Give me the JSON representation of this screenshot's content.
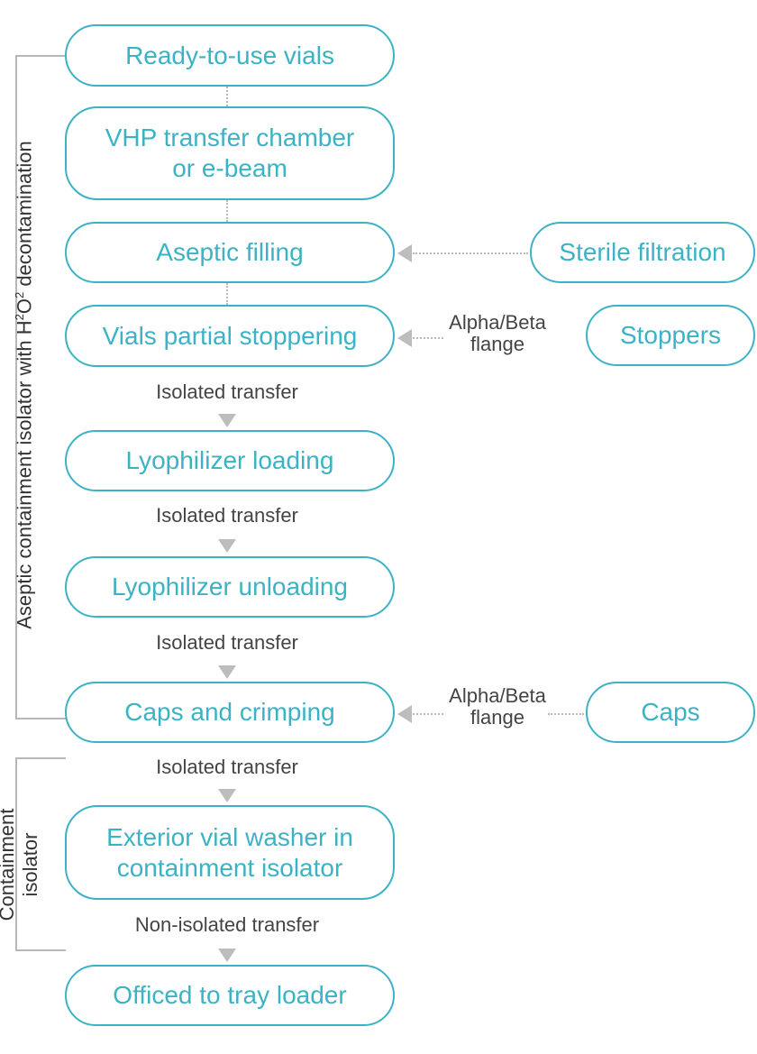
{
  "steps": {
    "ready_vials": "Ready-to-use vials",
    "vhp_transfer": "VHP transfer chamber\nor e-beam",
    "aseptic_filling": "Aseptic filling",
    "partial_stoppering": "Vials partial stoppering",
    "lyo_loading": "Lyophilizer loading",
    "lyo_unloading": "Lyophilizer unloading",
    "caps_crimping": "Caps and crimping",
    "vial_washer": "Exterior vial washer in\ncontainment isolator",
    "tray_loader": "Officed to tray loader"
  },
  "inputs": {
    "sterile_filtration": "Sterile filtration",
    "stoppers": "Stoppers",
    "caps": "Caps"
  },
  "connectors": {
    "flange_1": "Alpha/Beta\nflange",
    "flange_2": "Alpha/Beta\nflange",
    "isolated_1": "Isolated transfer",
    "isolated_2": "Isolated transfer",
    "isolated_3": "Isolated transfer",
    "isolated_4": "Isolated transfer",
    "non_isolated": "Non-isolated transfer"
  },
  "zones": {
    "aseptic_prefix": "Aseptic containment isolator with H",
    "aseptic_sup1": "2",
    "aseptic_mid": "O",
    "aseptic_sup2": "2",
    "aseptic_suffix": " decontamination",
    "containment_line1": "Containment",
    "containment_line2": "isolator"
  },
  "colors": {
    "accent": "#3cb3c5",
    "connector": "#b8b8b8",
    "label_text": "#444444"
  }
}
